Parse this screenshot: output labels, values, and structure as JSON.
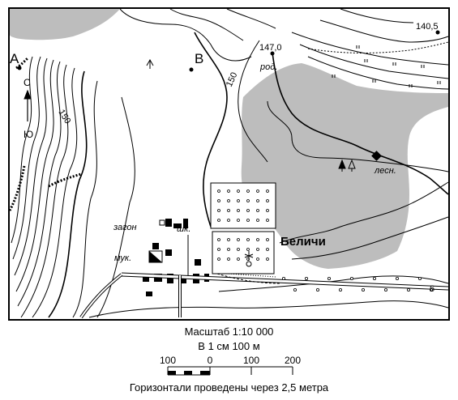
{
  "map": {
    "point_labels": {
      "a": "А",
      "b": "В"
    },
    "north_arrow": {
      "north": "С",
      "south": "Ю"
    },
    "elevations": {
      "peak_left": "147,0",
      "peak_right": "140,5"
    },
    "contour_labels": {
      "left": "150",
      "center": "150"
    },
    "feature_labels": {
      "spring": "род.",
      "forester": "лесн.",
      "pen": "загон",
      "school": "шк.",
      "mill": "мук.",
      "village": "Беличи",
      "road_number": "6"
    },
    "colors": {
      "forest": "#bdbdbd",
      "contour": "#000000",
      "water": "#000000"
    }
  },
  "legend": {
    "scale_title": "Масштаб 1:10 000",
    "scale_sub": "В 1 см 100 м",
    "scale_ticks": [
      "100",
      "0",
      "100",
      "200"
    ],
    "contour_note": "Горизонтали проведены через 2,5 метра"
  }
}
